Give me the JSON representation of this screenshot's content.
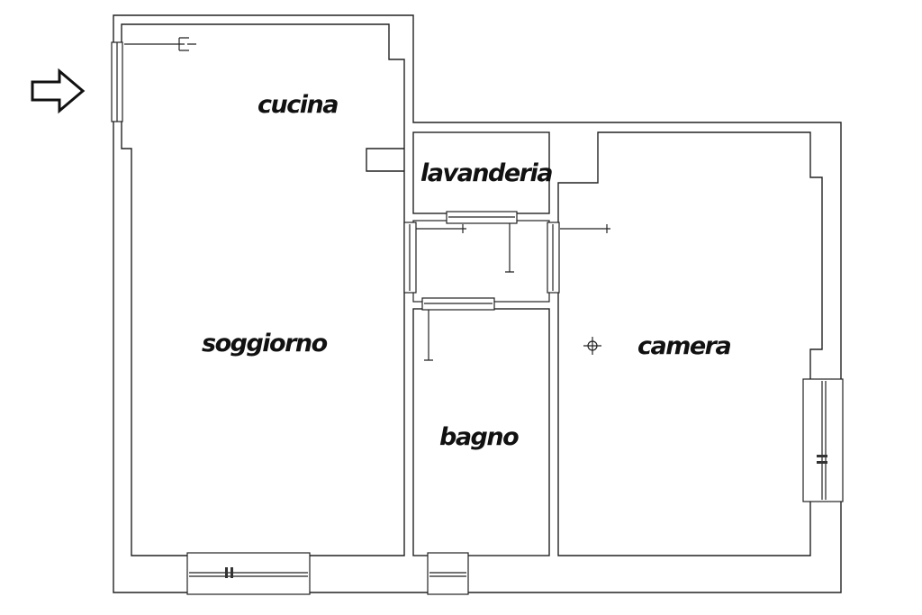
{
  "plan": {
    "rooms": [
      {
        "id": "cucina",
        "label": "cucina"
      },
      {
        "id": "lavanderia",
        "label": "lavanderia"
      },
      {
        "id": "soggiorno",
        "label": "soggiorno"
      },
      {
        "id": "camera",
        "label": "camera"
      },
      {
        "id": "bagno",
        "label": "bagno"
      }
    ],
    "entrance_icon": "arrow-right-icon"
  }
}
